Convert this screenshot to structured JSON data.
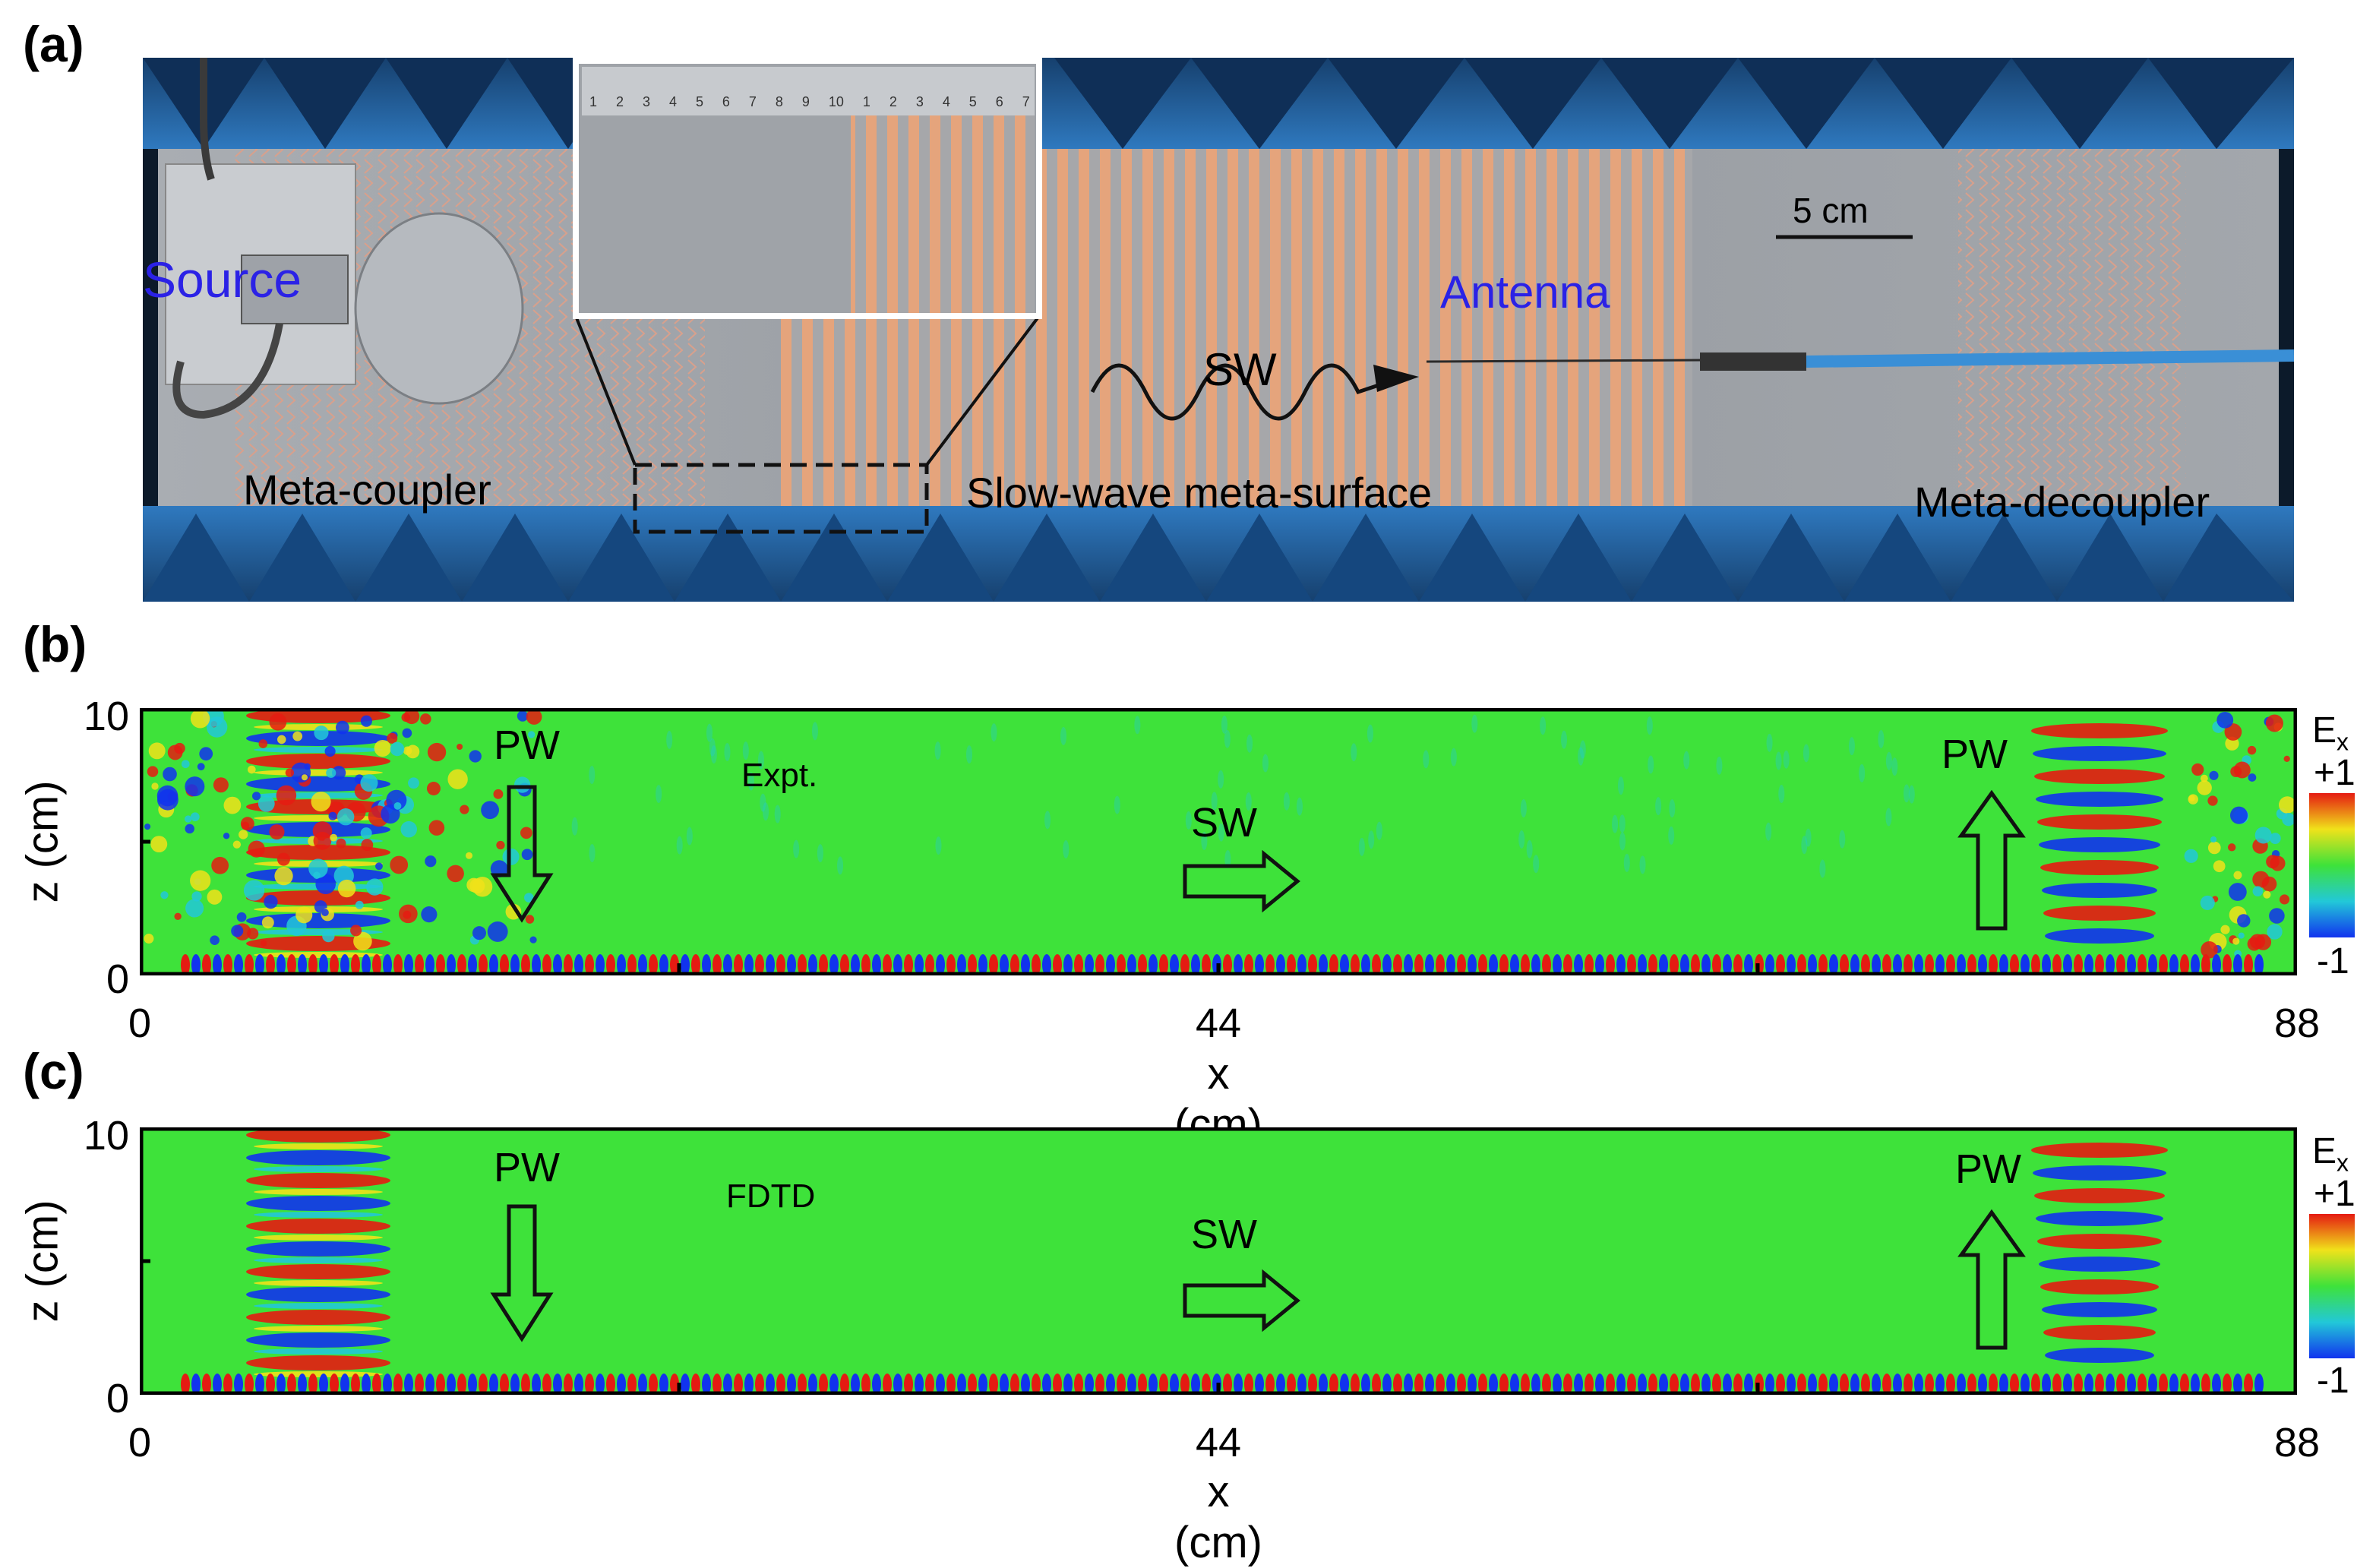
{
  "panels": {
    "a": {
      "label": "(a)",
      "photo_labels": {
        "source": "Source",
        "antenna": "Antenna",
        "sw": "SW",
        "scale_bar": "5 cm",
        "meta_coupler": "Meta-coupler",
        "slow_wave": "Slow-wave meta-surface",
        "meta_decoupler": "Meta-decoupler"
      },
      "ruler_numbers": [
        "1",
        "2",
        "3",
        "4",
        "5",
        "6",
        "7",
        "8",
        "9",
        "10",
        "1",
        "2",
        "3",
        "4",
        "5",
        "6",
        "7"
      ]
    },
    "b": {
      "label": "(b)",
      "tag": "Expt.",
      "pw_left": "PW",
      "pw_right": "PW",
      "sw": "SW",
      "z_ticks": [
        "10",
        "0"
      ],
      "z_title": "z (cm)",
      "x_ticks": [
        "0",
        "44",
        "88"
      ],
      "x_title": "x (cm)",
      "colorbar": {
        "title": "E",
        "sub": "x",
        "max": "+1",
        "min": "-1"
      }
    },
    "c": {
      "label": "(c)",
      "tag": "FDTD",
      "pw_left": "PW",
      "pw_right": "PW",
      "sw": "SW",
      "z_ticks": [
        "10",
        "0"
      ],
      "z_title": "z (cm)",
      "x_ticks": [
        "0",
        "44",
        "88"
      ],
      "x_title": "x (cm)",
      "colorbar": {
        "title": "E",
        "sub": "x",
        "max": "+1",
        "min": "-1"
      }
    }
  },
  "colors": {
    "absorber": "#1f5a96",
    "board": "#9a9ea4",
    "strip": "#e8a77a",
    "label_blue": "#2b22e6",
    "field_bg": "#3ee23a",
    "field_red": "#e51b12",
    "field_blue": "#1133ee",
    "field_yellow": "#f0e21a",
    "field_cyan": "#22c8d8"
  }
}
